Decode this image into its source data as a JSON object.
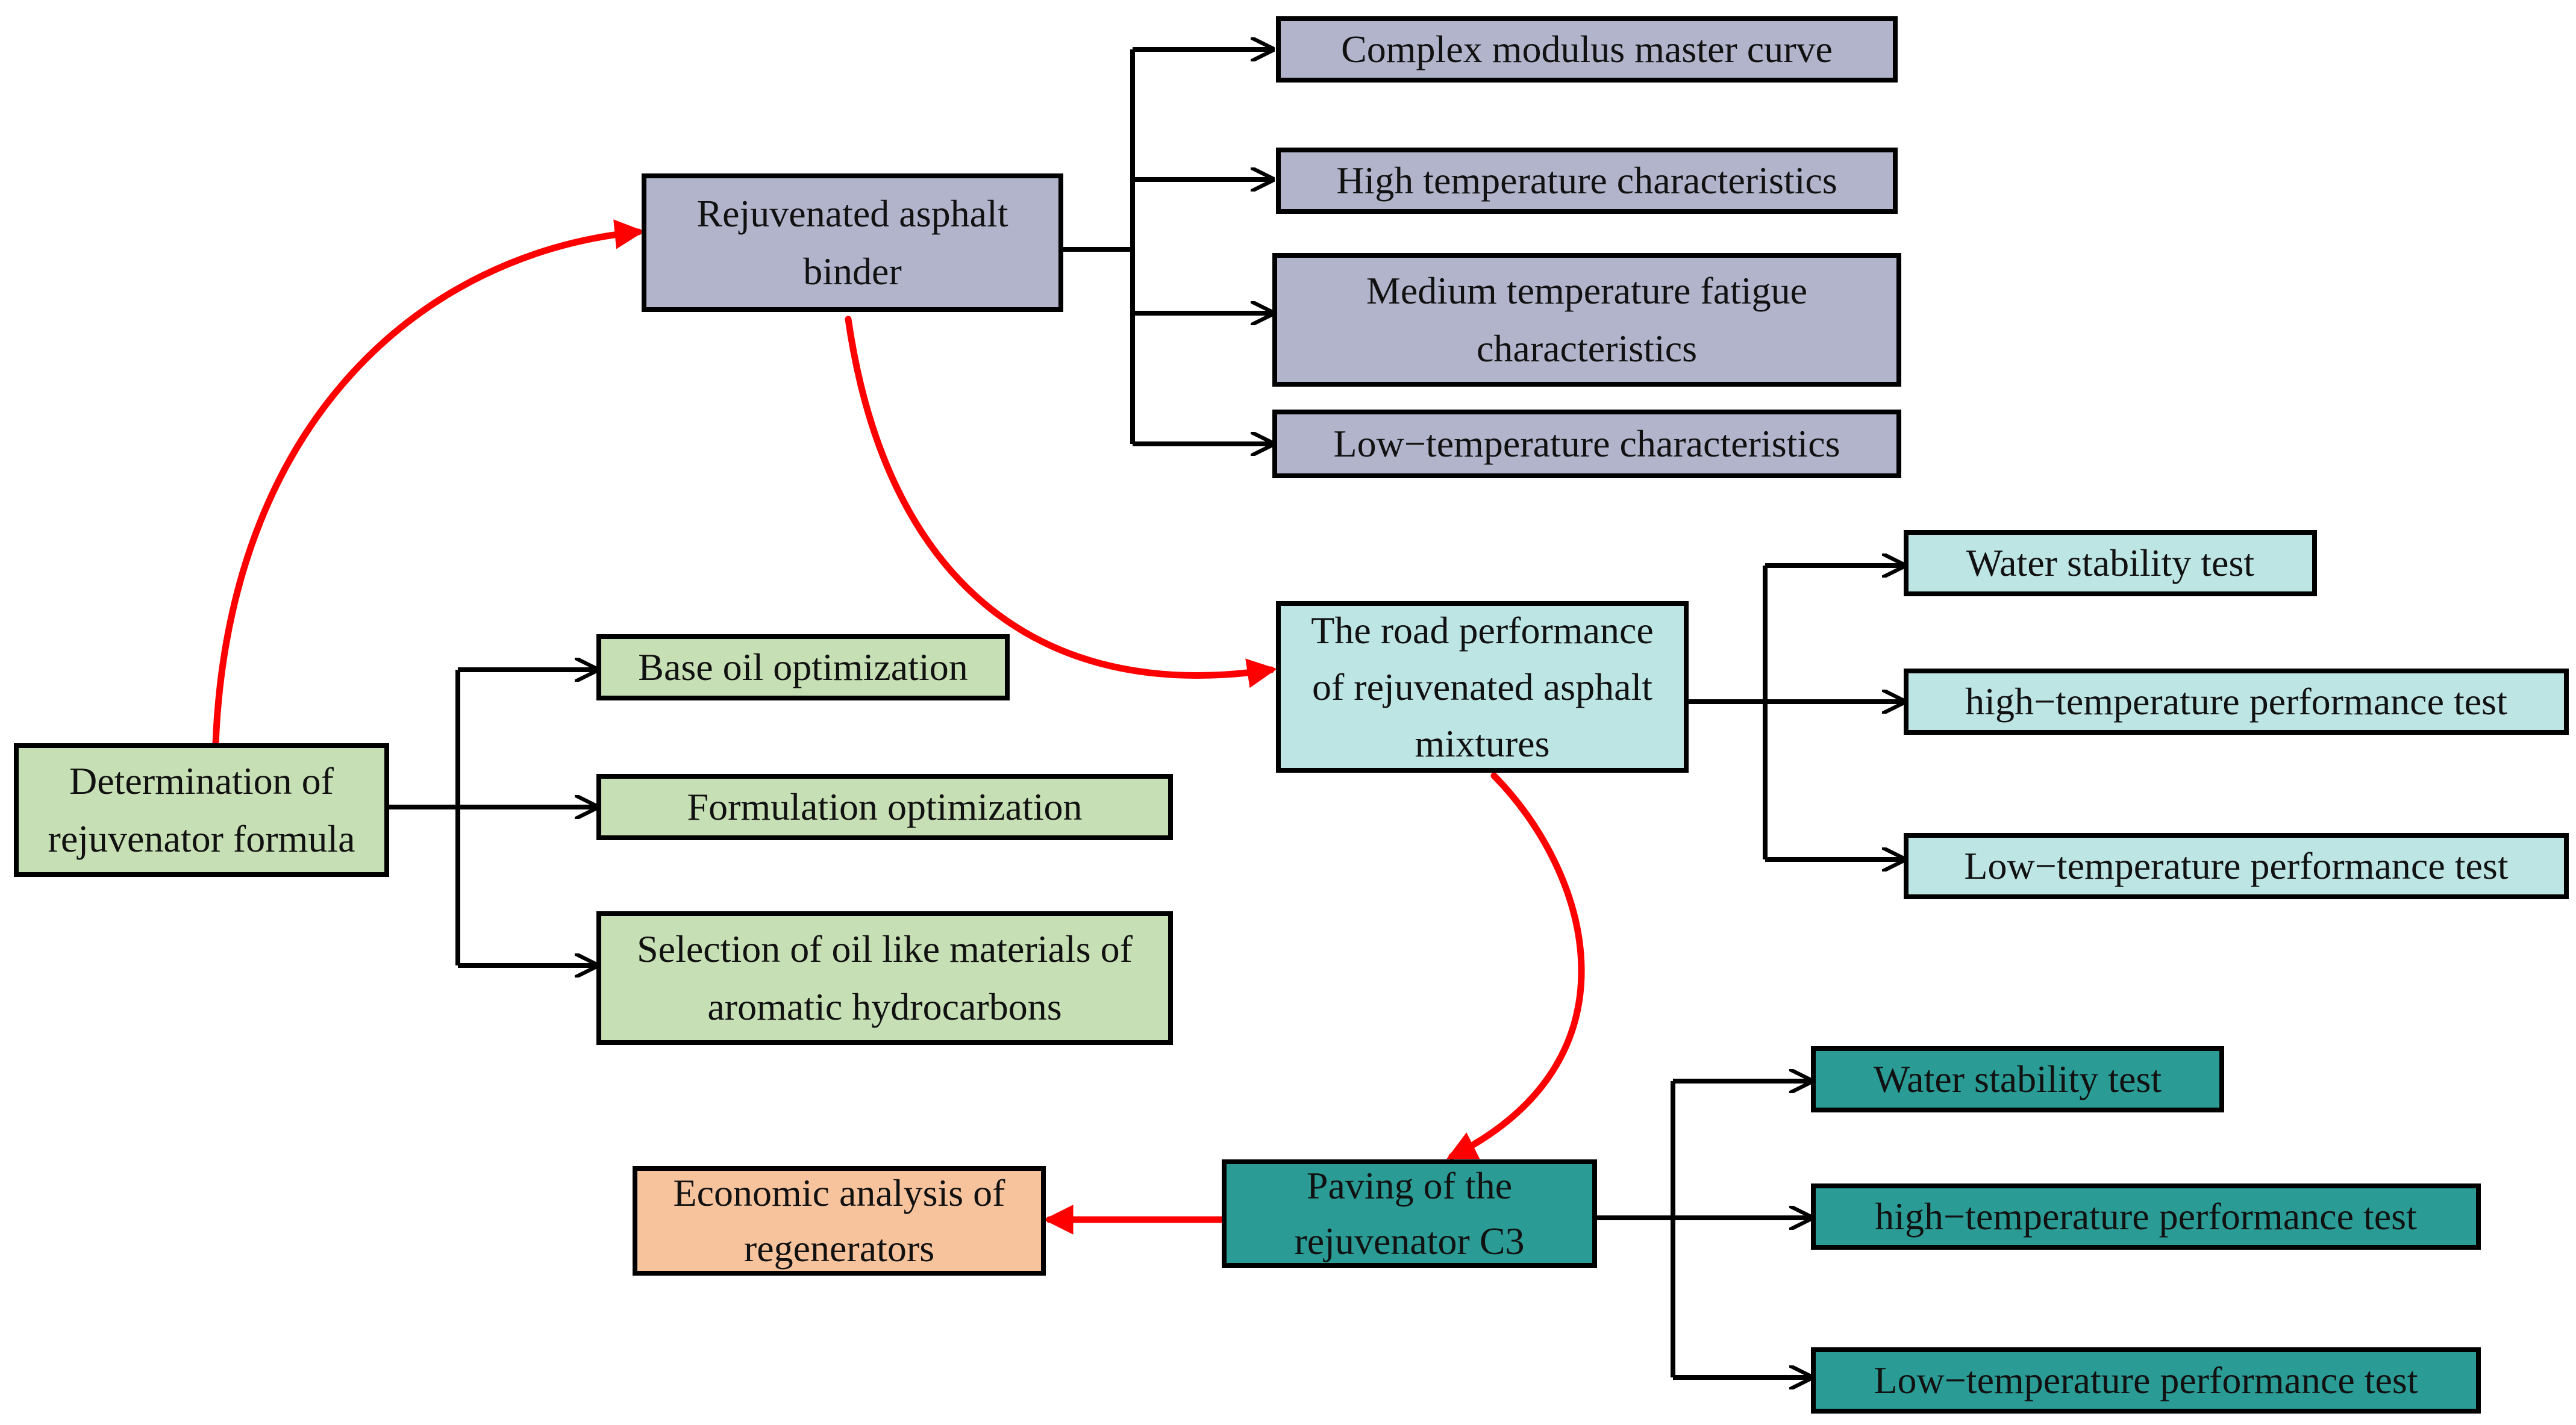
{
  "colors": {
    "green": "#c6dfb4",
    "purple": "#b1b4cb",
    "cyan": "#bde5e4",
    "teal": "#2a9c95",
    "orange": "#f7c39d",
    "flow_arrow": "#ff0000",
    "tree_arrow": "#000000"
  },
  "nodes": {
    "formula": "Determination of\nrejuvenator formula",
    "base_oil": "Base oil optimization",
    "formulation": "Formulation optimization",
    "selection": "Selection of oil like materials of\naromatic hydrocarbons",
    "binder": "Rejuvenated asphalt\nbinder",
    "modulus": "Complex modulus master curve",
    "high_temp": "High temperature characteristics",
    "medium_fatigue": "Medium temperature fatigue\ncharacteristics",
    "low_temp": "Low−temperature characteristics",
    "road_perf": "The road performance\nof rejuvenated asphalt\nmixtures",
    "mix_water": "Water stability test",
    "mix_high": "high−temperature performance test",
    "mix_low": "Low−temperature performance test",
    "paving": "Paving of the\nrejuvenator C3",
    "pave_water": "Water stability test",
    "pave_high": "high−temperature performance test",
    "pave_low": "Low−temperature performance test",
    "economic": "Economic analysis of\nregenerators"
  }
}
